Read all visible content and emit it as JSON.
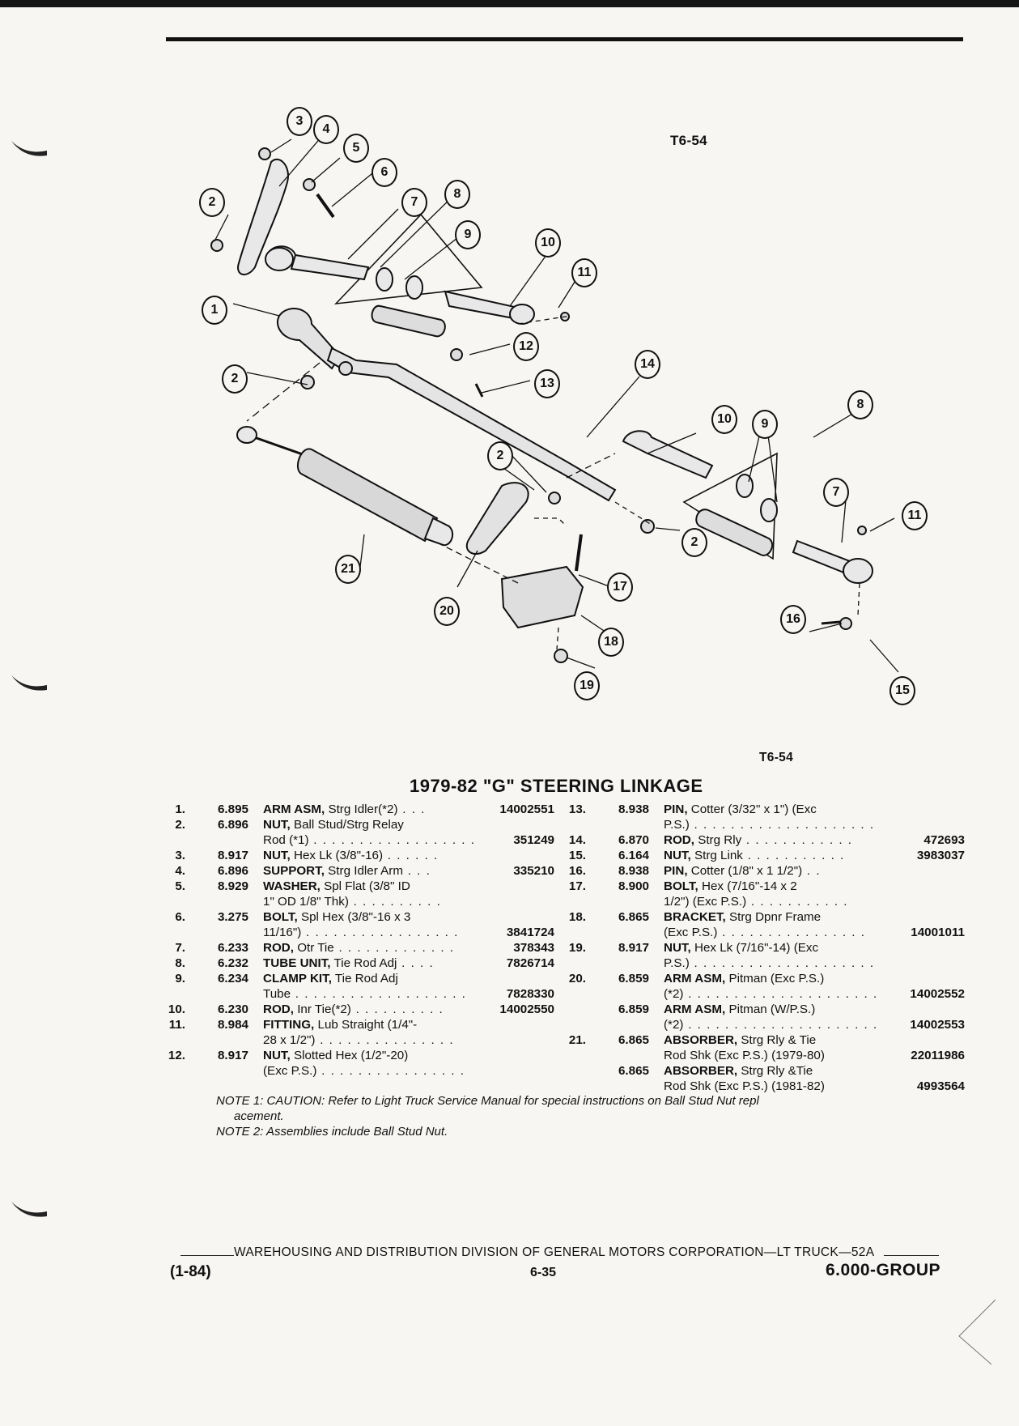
{
  "figure": {
    "code_top": "T6-54",
    "code_bottom": "T6-54"
  },
  "callouts": [
    {
      "n": "1"
    },
    {
      "n": "2"
    },
    {
      "n": "2"
    },
    {
      "n": "2"
    },
    {
      "n": "2"
    },
    {
      "n": "3"
    },
    {
      "n": "4"
    },
    {
      "n": "5"
    },
    {
      "n": "6"
    },
    {
      "n": "7"
    },
    {
      "n": "7"
    },
    {
      "n": "8"
    },
    {
      "n": "8"
    },
    {
      "n": "9"
    },
    {
      "n": "9"
    },
    {
      "n": "10"
    },
    {
      "n": "10"
    },
    {
      "n": "11"
    },
    {
      "n": "11"
    },
    {
      "n": "12"
    },
    {
      "n": "13"
    },
    {
      "n": "14"
    },
    {
      "n": "15"
    },
    {
      "n": "16"
    },
    {
      "n": "17"
    },
    {
      "n": "18"
    },
    {
      "n": "19"
    },
    {
      "n": "20"
    },
    {
      "n": "21"
    }
  ],
  "title": "1979-82 \"G\" STEERING LINKAGE",
  "parts_left": [
    {
      "num": "1.",
      "code": "6.895",
      "lines": [
        {
          "name": "ARM ASM,",
          "rest": " Strg Idler(*2)",
          "dots": " . . .",
          "pno": "14002551"
        }
      ]
    },
    {
      "num": "2.",
      "code": "6.896",
      "lines": [
        {
          "name": "NUT,",
          "rest": " Ball Stud/Strg Relay",
          "dots": "",
          "pno": ""
        },
        {
          "name": "",
          "rest": "Rod (*1)",
          "dots": " . . . . . . . . . . . . . . . . . .",
          "pno": "351249"
        }
      ]
    },
    {
      "num": "3.",
      "code": "8.917",
      "lines": [
        {
          "name": "NUT,",
          "rest": " Hex Lk (3/8\"-16)",
          "dots": " . . . . . .",
          "pno": ""
        }
      ]
    },
    {
      "num": "4.",
      "code": "6.896",
      "lines": [
        {
          "name": "SUPPORT,",
          "rest": " Strg Idler Arm",
          "dots": " . . .",
          "pno": "335210"
        }
      ]
    },
    {
      "num": "5.",
      "code": "8.929",
      "lines": [
        {
          "name": "WASHER,",
          "rest": " Spl Flat (3/8\" ID",
          "dots": "",
          "pno": ""
        },
        {
          "name": "",
          "rest": "1\" OD 1/8\" Thk)",
          "dots": " . . . . . . . . . .",
          "pno": ""
        }
      ]
    },
    {
      "num": "6.",
      "code": "3.275",
      "lines": [
        {
          "name": "BOLT,",
          "rest": " Spl Hex (3/8\"-16 x 3",
          "dots": "",
          "pno": ""
        },
        {
          "name": "",
          "rest": "11/16\")",
          "dots": " . . . . . . . . . . . . . . . . .",
          "pno": "3841724"
        }
      ]
    },
    {
      "num": "7.",
      "code": "6.233",
      "lines": [
        {
          "name": "ROD,",
          "rest": " Otr Tie",
          "dots": " . . . . . . . . . . . . .",
          "pno": "378343"
        }
      ]
    },
    {
      "num": "8.",
      "code": "6.232",
      "lines": [
        {
          "name": "TUBE UNIT,",
          "rest": " Tie Rod Adj",
          "dots": " . . . .",
          "pno": "7826714"
        }
      ]
    },
    {
      "num": "9.",
      "code": "6.234",
      "lines": [
        {
          "name": "CLAMP KIT,",
          "rest": " Tie Rod Adj",
          "dots": "",
          "pno": ""
        },
        {
          "name": "",
          "rest": "Tube",
          "dots": " . . . . . . . . . . . . . . . . . . .",
          "pno": "7828330"
        }
      ]
    },
    {
      "num": "10.",
      "code": "6.230",
      "lines": [
        {
          "name": "ROD,",
          "rest": " Inr Tie(*2)",
          "dots": " . . . . . . . . . .",
          "pno": "14002550"
        }
      ]
    },
    {
      "num": "11.",
      "code": "8.984",
      "lines": [
        {
          "name": "FITTING,",
          "rest": " Lub Straight (1/4\"-",
          "dots": "",
          "pno": ""
        },
        {
          "name": "",
          "rest": "28 x 1/2\")",
          "dots": " . . . . . . . . . . . . . . .",
          "pno": ""
        }
      ]
    },
    {
      "num": "12.",
      "code": "8.917",
      "lines": [
        {
          "name": "NUT,",
          "rest": " Slotted Hex (1/2\"-20)",
          "dots": "",
          "pno": ""
        },
        {
          "name": "",
          "rest": "(Exc P.S.)",
          "dots": " . . . . . . . . . . . . . . . .",
          "pno": ""
        }
      ]
    }
  ],
  "parts_right": [
    {
      "num": "13.",
      "code": "8.938",
      "lines": [
        {
          "name": "PIN,",
          "rest": " Cotter (3/32\" x 1\") (Exc",
          "dots": "",
          "pno": ""
        },
        {
          "name": "",
          "rest": "P.S.)",
          "dots": " . . . . . . . . . . . . . . . . . . . .",
          "pno": ""
        }
      ]
    },
    {
      "num": "14.",
      "code": "6.870",
      "lines": [
        {
          "name": "ROD,",
          "rest": " Strg Rly",
          "dots": " . . . . . . . . . . . .",
          "pno": "472693"
        }
      ]
    },
    {
      "num": "15.",
      "code": "6.164",
      "lines": [
        {
          "name": "NUT,",
          "rest": " Strg Link",
          "dots": " . . . . . . . . . . .",
          "pno": "3983037"
        }
      ]
    },
    {
      "num": "16.",
      "code": "8.938",
      "lines": [
        {
          "name": "PIN,",
          "rest": " Cotter (1/8\" x 1 1/2\")",
          "dots": " . .",
          "pno": ""
        }
      ]
    },
    {
      "num": "17.",
      "code": "8.900",
      "lines": [
        {
          "name": "BOLT,",
          "rest": " Hex (7/16\"-14 x 2",
          "dots": "",
          "pno": ""
        },
        {
          "name": "",
          "rest": "1/2\") (Exc P.S.)",
          "dots": " . . . . . . . . . . .",
          "pno": ""
        }
      ]
    },
    {
      "num": "18.",
      "code": "6.865",
      "lines": [
        {
          "name": "BRACKET,",
          "rest": " Strg Dpnr Frame",
          "dots": "",
          "pno": ""
        },
        {
          "name": "",
          "rest": "(Exc P.S.)",
          "dots": " . . . . . . . . . . . . . . . .",
          "pno": "14001011"
        }
      ]
    },
    {
      "num": "19.",
      "code": "8.917",
      "lines": [
        {
          "name": "NUT,",
          "rest": " Hex Lk (7/16\"-14) (Exc",
          "dots": "",
          "pno": ""
        },
        {
          "name": "",
          "rest": "P.S.)",
          "dots": " . . . . . . . . . . . . . . . . . . . .",
          "pno": ""
        }
      ]
    },
    {
      "num": "20.",
      "code": "6.859",
      "lines": [
        {
          "name": "ARM ASM,",
          "rest": " Pitman (Exc P.S.)",
          "dots": "",
          "pno": ""
        },
        {
          "name": "",
          "rest": "(*2)",
          "dots": " . . . . . . . . . . . . . . . . . . . . .",
          "pno": "14002552"
        }
      ]
    },
    {
      "num": "",
      "code": "6.859",
      "lines": [
        {
          "name": "ARM ASM,",
          "rest": " Pitman (W/P.S.)",
          "dots": "",
          "pno": ""
        },
        {
          "name": "",
          "rest": "(*2)",
          "dots": " . . . . . . . . . . . . . . . . . . . . .",
          "pno": "14002553"
        }
      ]
    },
    {
      "num": "21.",
      "code": "6.865",
      "lines": [
        {
          "name": "ABSORBER,",
          "rest": " Strg Rly & Tie",
          "dots": "",
          "pno": ""
        },
        {
          "name": "",
          "rest": "Rod Shk (Exc P.S.) (1979-80)",
          "dots": "",
          "pno": "22011986"
        }
      ]
    },
    {
      "num": "",
      "code": "6.865",
      "lines": [
        {
          "name": "ABSORBER,",
          "rest": " Strg Rly &Tie",
          "dots": "",
          "pno": ""
        },
        {
          "name": "",
          "rest": "Rod Shk (Exc P.S.) (1981-82)",
          "dots": "",
          "pno": "4993564"
        }
      ]
    }
  ],
  "notes": [
    "NOTE 1: CAUTION: Refer to Light Truck Service Manual for special instructions on Ball Stud Nut repl",
    "acement.",
    "NOTE 2: Assemblies include Ball Stud Nut."
  ],
  "footer": {
    "text": "WAREHOUSING AND DISTRIBUTION  DIVISION OF GENERAL MOTORS CORPORATION—LT TRUCK—52A",
    "date": "(1-84)",
    "page": "6-35",
    "group": "6.000-GROUP"
  }
}
